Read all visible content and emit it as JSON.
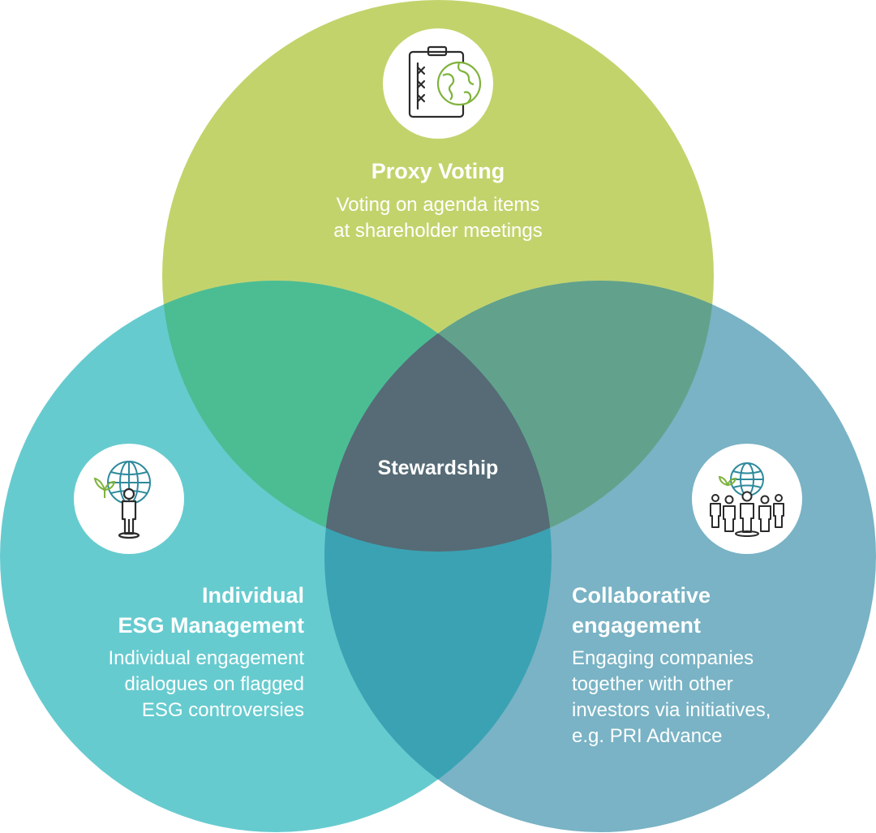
{
  "colors": {
    "proxy": "#c3d36c",
    "individual": "#66cbcf",
    "collaborative": "#79b3c5",
    "proxy_individual": "#4cbd93",
    "proxy_collab": "#62a28c",
    "individual_collab": "#3aa2b3",
    "center": "#566b76",
    "icon_stroke": "#2b2b2b",
    "icon_accent": "#7fb33c",
    "icon_globe_blue": "#2e8a9c"
  },
  "circles": {
    "proxy": {
      "title": "Proxy Voting",
      "description": "Voting on agenda items\nat shareholder meetings",
      "icon": "ballot-globe-icon"
    },
    "individual": {
      "title": "Individual\nESG Management",
      "description": "Individual engagement\ndialogues on flagged\nESG controversies",
      "icon": "person-globe-icon"
    },
    "collaborative": {
      "title": "Collaborative\nengagement",
      "description": "Engaging companies\ntogether with other\ninvestors via initiatives,\ne.g. PRI Advance",
      "icon": "group-globe-icon"
    }
  },
  "center": {
    "label": "Stewardship"
  }
}
